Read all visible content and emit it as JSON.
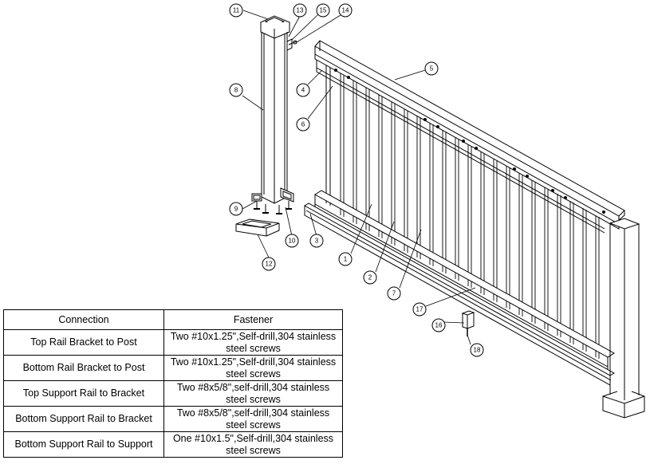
{
  "callouts": [
    "11",
    "13",
    "15",
    "14",
    "5",
    "8",
    "4",
    "6",
    "9",
    "10",
    "3",
    "12",
    "1",
    "2",
    "7",
    "17",
    "16",
    "18"
  ],
  "table": {
    "headers": [
      "Connection",
      "Fastener"
    ],
    "rows": [
      {
        "connection": "Top Rail Bracket to Post",
        "fastener": "Two #10x1.25\",Self-drill,304 stainless steel screws"
      },
      {
        "connection": "Bottom Rail Bracket to Post",
        "fastener": "Two #10x1.25\",Self-drill,304 stainless steel screws"
      },
      {
        "connection": "Top Support Rail to Bracket",
        "fastener": "Two #8x5/8\",self-drill,304 stainless steel screws"
      },
      {
        "connection": "Bottom Support Rail to Bracket",
        "fastener": "Two #8x5/8\",self-drill,304 stainless steel screws"
      },
      {
        "connection": "Bottom Support Rail to Support",
        "fastener": "One #10x1.5\",Self-drill,304 stainless steel screws"
      }
    ]
  }
}
